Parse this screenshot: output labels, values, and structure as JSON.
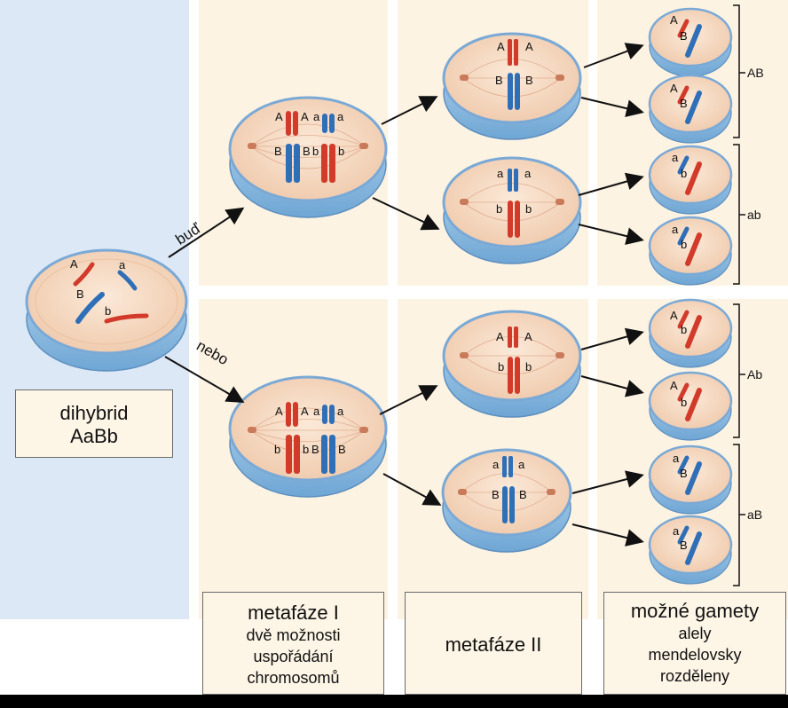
{
  "labels": {
    "dihybrid_line1": "dihybrid",
    "dihybrid_line2": "AaBb",
    "arrow_either": "buď",
    "arrow_or": "nebo",
    "metaphase1_title": "metafáze I",
    "metaphase1_sub1": "dvě možnosti",
    "metaphase1_sub2": "uspořádání",
    "metaphase1_sub3": "chromosomů",
    "metaphase2_title": "metafáze II",
    "gametes_title": "možné gamety",
    "gametes_sub1": "alely",
    "gametes_sub2": "mendelovsky",
    "gametes_sub3": "rozděleny"
  },
  "alleles": {
    "A": "A",
    "a": "a",
    "B": "B",
    "b": "b"
  },
  "gamete_groups": [
    "AB",
    "ab",
    "Ab",
    "aB"
  ],
  "colors": {
    "red_chromosome": "#d23a2a",
    "blue_chromosome": "#2f6fb8",
    "left_panel": "#dde8f6",
    "panel": "#fdf3e3",
    "cell_fill": "#f7dcc4",
    "cell_base": "#9cc6e6"
  }
}
